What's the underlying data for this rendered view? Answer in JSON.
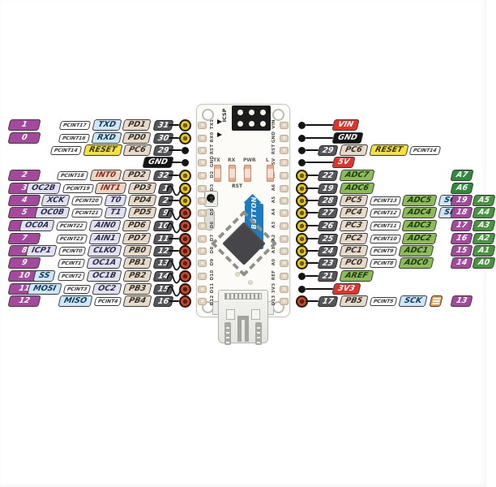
{
  "palette": {
    "magenta": "#a4499d",
    "green_dark": "#2f8b3b",
    "green_mid": "#47953f",
    "green_light": "#8cbb58",
    "blue": "#cde7f6",
    "yellow": "#f4e13c",
    "tan": "#e8dac8",
    "lavender": "#e2e1f3",
    "chip_gray": "#55565a",
    "power_red": "#df342c",
    "gnd_black": "#141414",
    "ribbon_blue": "#1b7cc0",
    "hole_yellow": "#e6c31f",
    "hole_red": "#c04a2b"
  },
  "rows_left": [
    {
      "num": "1",
      "cells": [
        {
          "t": "PCINT17",
          "c": "pcint"
        },
        {
          "t": "TXD",
          "c": "blue"
        },
        {
          "t": "PD1",
          "c": "tan"
        },
        {
          "t": "31",
          "c": "chip"
        }
      ],
      "hole": "y",
      "pwm": false
    },
    {
      "num": "0",
      "cells": [
        {
          "t": "PCINT16",
          "c": "pcint"
        },
        {
          "t": "RXD",
          "c": "blue"
        },
        {
          "t": "PD0",
          "c": "tan"
        },
        {
          "t": "30",
          "c": "chip"
        }
      ],
      "hole": "y",
      "pwm": false
    },
    {
      "num": null,
      "cells": [
        {
          "t": "PCINT14",
          "c": "pcint"
        },
        {
          "t": "RESET",
          "c": "yellow"
        },
        {
          "t": "PC6",
          "c": "tan"
        },
        {
          "t": "29",
          "c": "chip"
        }
      ],
      "hole": "d",
      "pwm": false
    },
    {
      "num": null,
      "cells": [
        {
          "t": "GND",
          "c": "black"
        }
      ],
      "hole": "d",
      "pwm": false
    },
    {
      "num": "2",
      "cells": [
        {
          "t": "PCINT18",
          "c": "pcint"
        },
        {
          "t": "INT0",
          "c": "int"
        },
        {
          "t": "PD2",
          "c": "tan"
        },
        {
          "t": "32",
          "c": "chip"
        }
      ],
      "hole": "y",
      "pwm": false
    },
    {
      "num": "3",
      "cells": [
        {
          "t": "OC2B",
          "c": "lav"
        },
        {
          "t": "PCINT19",
          "c": "pcint"
        },
        {
          "t": "INT1",
          "c": "int"
        },
        {
          "t": "PD3",
          "c": "tan"
        },
        {
          "t": "1",
          "c": "chip"
        }
      ],
      "hole": "y",
      "pwm": true
    },
    {
      "num": "4",
      "cells": [
        {
          "t": "XCK",
          "c": "lav"
        },
        {
          "t": "PCINT20",
          "c": "pcint"
        },
        {
          "t": "T0",
          "c": "lav"
        },
        {
          "t": "PD4",
          "c": "tan"
        },
        {
          "t": "2",
          "c": "chip"
        }
      ],
      "hole": "y",
      "pwm": false
    },
    {
      "num": "5",
      "cells": [
        {
          "t": "OC0B",
          "c": "lav"
        },
        {
          "t": "PCINT21",
          "c": "pcint"
        },
        {
          "t": "T1",
          "c": "lav"
        },
        {
          "t": "PD5",
          "c": "tan"
        },
        {
          "t": "9",
          "c": "chip"
        }
      ],
      "hole": "r",
      "pwm": true
    },
    {
      "num": "6",
      "cells": [
        {
          "t": "OC0A",
          "c": "lav"
        },
        {
          "t": "PCINT22",
          "c": "pcint"
        },
        {
          "t": "AIN0",
          "c": "lav"
        },
        {
          "t": "PD6",
          "c": "tan"
        },
        {
          "t": "10",
          "c": "chip"
        }
      ],
      "hole": "r",
      "pwm": true
    },
    {
      "num": "7",
      "cells": [
        {
          "t": "PCINT23",
          "c": "pcint"
        },
        {
          "t": "AIN1",
          "c": "lav"
        },
        {
          "t": "PD7",
          "c": "tan"
        },
        {
          "t": "11",
          "c": "chip"
        }
      ],
      "hole": "r",
      "pwm": false
    },
    {
      "num": "8",
      "cells": [
        {
          "t": "ICP1",
          "c": "lav"
        },
        {
          "t": "PCINT0",
          "c": "pcint"
        },
        {
          "t": "CLKO",
          "c": "lav"
        },
        {
          "t": "PB0",
          "c": "tan"
        },
        {
          "t": "12",
          "c": "chip"
        }
      ],
      "hole": "r",
      "pwm": false
    },
    {
      "num": "9",
      "cells": [
        {
          "t": "PCINT1",
          "c": "pcint"
        },
        {
          "t": "OC1A",
          "c": "lav"
        },
        {
          "t": "PB1",
          "c": "tan"
        },
        {
          "t": "13",
          "c": "chip"
        }
      ],
      "hole": "r",
      "pwm": true
    },
    {
      "num": "10",
      "cells": [
        {
          "t": "SS",
          "c": "blue",
          "ol": true
        },
        {
          "t": "PCINT2",
          "c": "pcint"
        },
        {
          "t": "OC1B",
          "c": "lav"
        },
        {
          "t": "PB2",
          "c": "tan"
        },
        {
          "t": "14",
          "c": "chip"
        }
      ],
      "hole": "r",
      "pwm": true
    },
    {
      "num": "11",
      "cells": [
        {
          "t": "MOSI",
          "c": "blue"
        },
        {
          "t": "PCINT3",
          "c": "pcint"
        },
        {
          "t": "OC2",
          "c": "lav"
        },
        {
          "t": "PB3",
          "c": "tan"
        },
        {
          "t": "15",
          "c": "chip"
        }
      ],
      "hole": "r",
      "pwm": true
    },
    {
      "num": "12",
      "cells": [
        {
          "t": "MISO",
          "c": "blue"
        },
        {
          "t": "PCINT4",
          "c": "pcint"
        },
        {
          "t": "PB4",
          "c": "tan"
        },
        {
          "t": "16",
          "c": "chip"
        }
      ],
      "hole": "r",
      "pwm": false
    }
  ],
  "rows_right": [
    {
      "cells": [
        {
          "t": "VIN",
          "c": "red"
        }
      ],
      "hole": "d",
      "power": true
    },
    {
      "cells": [
        {
          "t": "GND",
          "c": "black"
        }
      ],
      "hole": "d",
      "power": true
    },
    {
      "cells": [
        {
          "t": "29",
          "c": "chip"
        },
        {
          "t": "PC6",
          "c": "tan"
        },
        {
          "t": "RESET",
          "c": "yellow"
        },
        {
          "t": "PCINT14",
          "c": "pcint"
        }
      ],
      "hole": "d",
      "power": false
    },
    {
      "cells": [
        {
          "t": "5V",
          "c": "red"
        }
      ],
      "hole": "d",
      "power": true
    },
    {
      "cells": [
        {
          "t": "22",
          "c": "chip"
        },
        {
          "t": "ADC7",
          "c": "greenl"
        }
      ],
      "hole": "y",
      "power": false
    },
    {
      "cells": [
        {
          "t": "19",
          "c": "chip"
        },
        {
          "t": "ADC6",
          "c": "greenl"
        }
      ],
      "hole": "y",
      "power": false
    },
    {
      "cells": [
        {
          "t": "28",
          "c": "chip"
        },
        {
          "t": "PC5",
          "c": "tan"
        },
        {
          "t": "PCINT13",
          "c": "pcint"
        },
        {
          "t": "ADC5",
          "c": "greenl"
        },
        {
          "t": "SCL",
          "c": "blue"
        }
      ],
      "hole": "y",
      "power": false
    },
    {
      "cells": [
        {
          "t": "27",
          "c": "chip"
        },
        {
          "t": "PC4",
          "c": "tan"
        },
        {
          "t": "PCINT12",
          "c": "pcint"
        },
        {
          "t": "ADC4",
          "c": "greenl"
        },
        {
          "t": "SDA",
          "c": "blue"
        }
      ],
      "hole": "y",
      "power": false
    },
    {
      "cells": [
        {
          "t": "26",
          "c": "chip"
        },
        {
          "t": "PC3",
          "c": "tan"
        },
        {
          "t": "PCINT11",
          "c": "pcint"
        },
        {
          "t": "ADC3",
          "c": "greenl"
        }
      ],
      "hole": "y",
      "power": false
    },
    {
      "cells": [
        {
          "t": "25",
          "c": "chip"
        },
        {
          "t": "PC2",
          "c": "tan"
        },
        {
          "t": "PCINT10",
          "c": "pcint"
        },
        {
          "t": "ADC2",
          "c": "greenl"
        }
      ],
      "hole": "y",
      "power": false
    },
    {
      "cells": [
        {
          "t": "24",
          "c": "chip"
        },
        {
          "t": "PC1",
          "c": "tan"
        },
        {
          "t": "PCINT9",
          "c": "pcint"
        },
        {
          "t": "ADC1",
          "c": "greenl"
        }
      ],
      "hole": "y",
      "power": false
    },
    {
      "cells": [
        {
          "t": "23",
          "c": "chip"
        },
        {
          "t": "PC0",
          "c": "tan"
        },
        {
          "t": "PCINT8",
          "c": "pcint"
        },
        {
          "t": "ADC0",
          "c": "greenl"
        }
      ],
      "hole": "y",
      "power": false
    },
    {
      "cells": [
        {
          "t": "21",
          "c": "chip"
        },
        {
          "t": "AREF",
          "c": "greenl"
        }
      ],
      "hole": "d",
      "power": false
    },
    {
      "cells": [
        {
          "t": "3V3",
          "c": "red"
        }
      ],
      "hole": "d",
      "power": true
    },
    {
      "cells": [
        {
          "t": "17",
          "c": "chip"
        },
        {
          "t": "PB5",
          "c": "tan"
        },
        {
          "t": "PCINT5",
          "c": "pcint"
        },
        {
          "t": "SCK",
          "c": "blue"
        },
        {
          "t": "",
          "c": "led"
        }
      ],
      "hole": "r",
      "power": false
    }
  ],
  "analog_labels": [
    {
      "row": 4,
      "cells": [
        {
          "t": "A7",
          "c": "greend"
        }
      ]
    },
    {
      "row": 5,
      "cells": [
        {
          "t": "A6",
          "c": "greend"
        }
      ]
    },
    {
      "row": 6,
      "cells": [
        {
          "t": "19",
          "c": "magenta"
        },
        {
          "t": "A5",
          "c": "greenm"
        }
      ]
    },
    {
      "row": 7,
      "cells": [
        {
          "t": "18",
          "c": "magenta"
        },
        {
          "t": "A4",
          "c": "greenm"
        }
      ]
    },
    {
      "row": 8,
      "cells": [
        {
          "t": "17",
          "c": "magenta"
        },
        {
          "t": "A3",
          "c": "greenm"
        }
      ]
    },
    {
      "row": 9,
      "cells": [
        {
          "t": "16",
          "c": "magenta"
        },
        {
          "t": "A2",
          "c": "greenm"
        }
      ]
    },
    {
      "row": 10,
      "cells": [
        {
          "t": "15",
          "c": "magenta"
        },
        {
          "t": "A1",
          "c": "greenm"
        }
      ]
    },
    {
      "row": 11,
      "cells": [
        {
          "t": "14",
          "c": "magenta"
        },
        {
          "t": "A0",
          "c": "greenm"
        }
      ]
    },
    {
      "row": 14,
      "cells": [
        {
          "t": "13",
          "c": "magenta"
        }
      ]
    }
  ],
  "board": {
    "icsp_label": "ICSP",
    "icsp_pin1": "1",
    "rst_label": "RST",
    "reset_ribbon": "RESET BUTTON",
    "led_labels": [
      "TX",
      "RX",
      "PWR",
      "L"
    ],
    "left_silkscreen": [
      "TX1",
      "RX0",
      "RST",
      "GND",
      "D2",
      "D3",
      "D4",
      "D5",
      "D6",
      "D7",
      "D8",
      "D9",
      "D10",
      "D11",
      "D12"
    ],
    "right_silkscreen": [
      "VIN",
      "GND",
      "RST",
      "5V",
      "A7",
      "A6",
      "A5",
      "A4",
      "A3",
      "A2",
      "A1",
      "A0",
      "REF",
      "3V3",
      "D13"
    ]
  }
}
